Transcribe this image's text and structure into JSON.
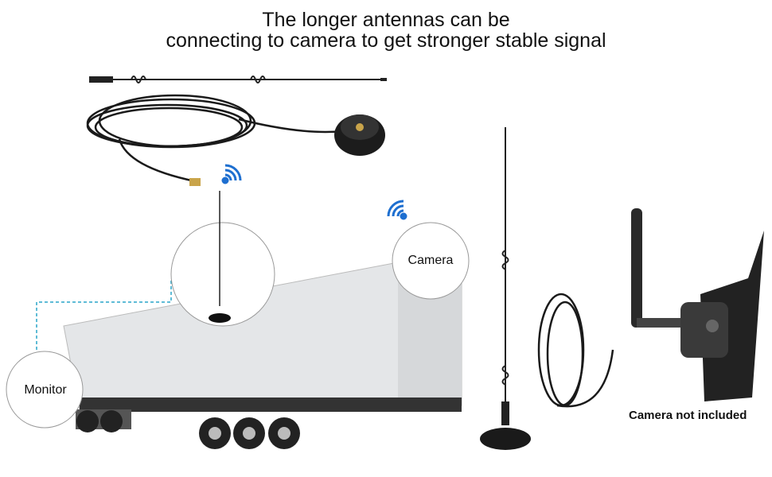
{
  "title": {
    "line1": "The longer antennas can be",
    "line2": "connecting to camera to get stronger stable signal"
  },
  "labels": {
    "camera": "Camera",
    "monitor": "Monitor",
    "note": "Camera not included"
  },
  "colors": {
    "signal_icon": "#1e6fd0",
    "dashed_link": "#2aa6c8",
    "cable": "#1a1a1a",
    "trailer": "#e4e6e8"
  }
}
